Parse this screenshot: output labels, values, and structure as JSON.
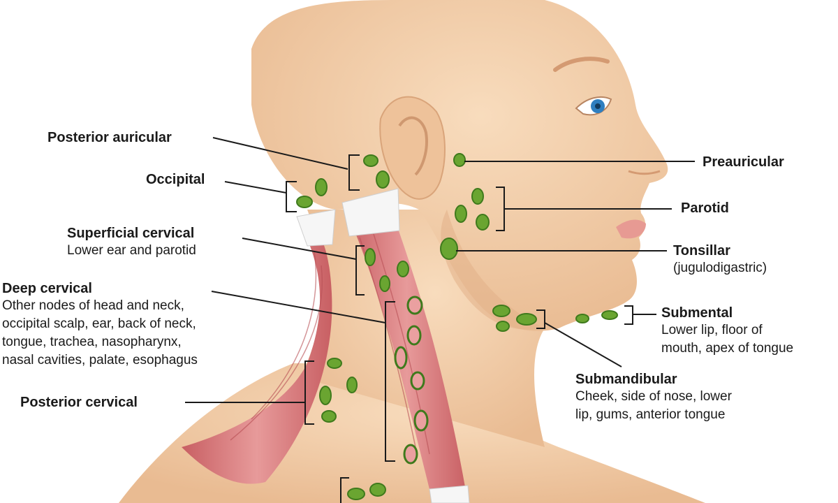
{
  "labels": {
    "posterior_auricular": {
      "title": "Posterior auricular"
    },
    "occipital": {
      "title": "Occipital"
    },
    "superficial_cervical": {
      "title": "Superficial cervical",
      "desc": "Lower ear and parotid"
    },
    "deep_cervical": {
      "title": "Deep cervical",
      "desc": [
        "Other nodes of head and neck,",
        "occipital scalp, ear, back of neck,",
        "tongue, trachea, nasopharynx,",
        "nasal cavities, palate, esophagus"
      ]
    },
    "posterior_cervical": {
      "title": "Posterior cervical"
    },
    "preauricular": {
      "title": "Preauricular"
    },
    "parotid": {
      "title": "Parotid"
    },
    "tonsillar": {
      "title": "Tonsillar",
      "desc": "(jugulodigastric)"
    },
    "submental": {
      "title": "Submental",
      "desc": [
        "Lower lip, floor of",
        "mouth, apex of tongue"
      ]
    },
    "submandibular": {
      "title": "Submandibular",
      "desc": [
        "Cheek, side of nose, lower",
        "lip, gums, anterior tongue"
      ]
    }
  },
  "colors": {
    "skin": "#f3cfaa",
    "skin_shadow": "#e3b38a",
    "muscle": "#d9787a",
    "muscle_light": "#eaa0a0",
    "tendon": "#f4f4f4",
    "node": "#6aa531",
    "node_outline": "#3f7a1c",
    "leader": "#1a1a1a",
    "iris": "#2f7fc0"
  }
}
